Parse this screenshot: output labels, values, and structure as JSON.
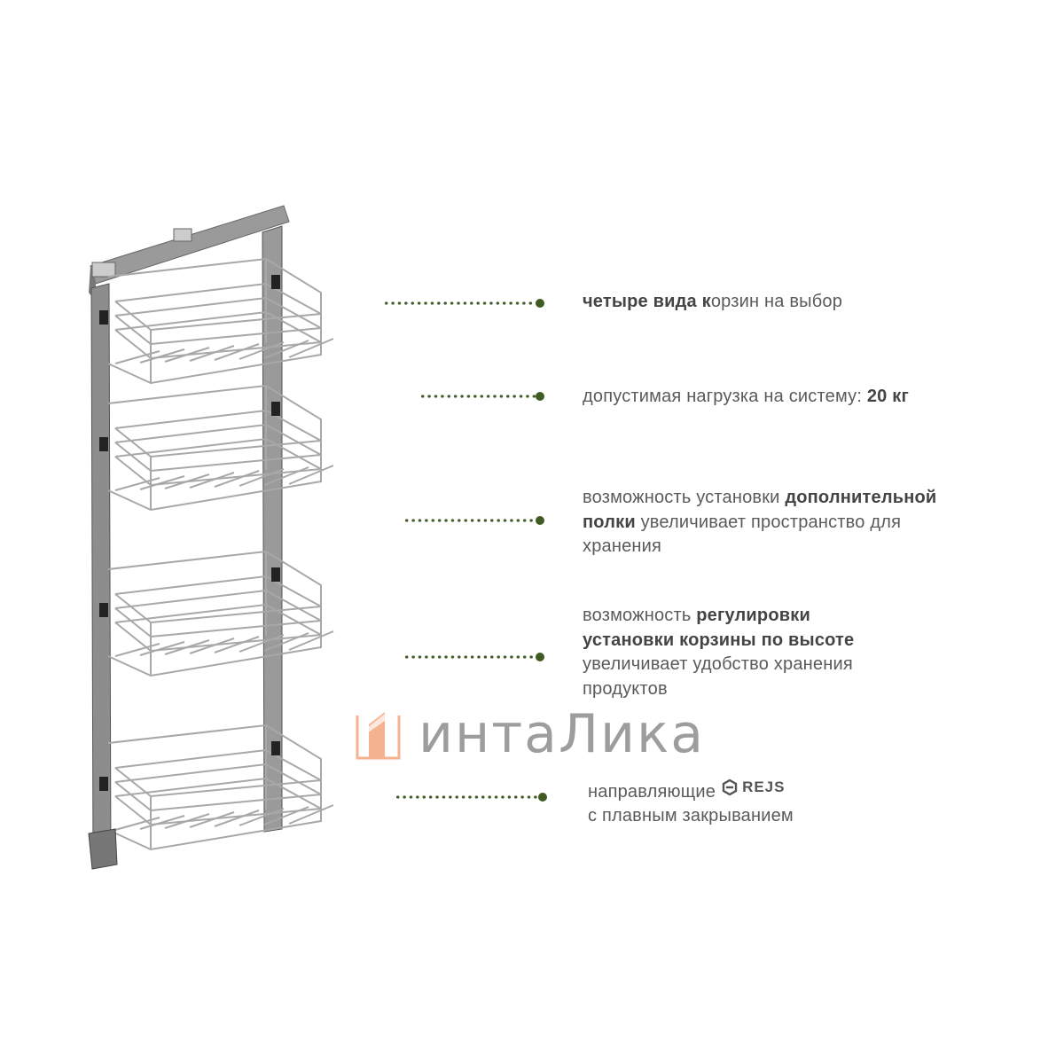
{
  "features": [
    {
      "lines": [
        [
          {
            "t": "четыре вида к",
            "b": true
          },
          {
            "t": "орзин на выбор",
            "b": false
          }
        ]
      ]
    },
    {
      "lines": [
        [
          {
            "t": "допустимая нагрузка на систему: ",
            "b": false
          },
          {
            "t": "20 кг",
            "b": true
          }
        ]
      ]
    },
    {
      "lines": [
        [
          {
            "t": "возможность установки ",
            "b": false
          },
          {
            "t": "дополнительной",
            "b": true
          }
        ],
        [
          {
            "t": "полки",
            "b": true
          },
          {
            "t": " увеличивает пространство для",
            "b": false
          }
        ],
        [
          {
            "t": "хранения",
            "b": false
          }
        ]
      ]
    },
    {
      "lines": [
        [
          {
            "t": "возможность ",
            "b": false
          },
          {
            "t": "регулировки",
            "b": true
          }
        ],
        [
          {
            "t": "установки корзины по высоте",
            "b": true
          }
        ],
        [
          {
            "t": "увеличивает удобство хранения",
            "b": false
          }
        ],
        [
          {
            "t": "продуктов",
            "b": false
          }
        ]
      ]
    },
    {
      "lines": [
        [
          {
            "t": "направляющие",
            "b": false
          }
        ],
        [
          {
            "t": "с плавным закрыванием",
            "b": false
          }
        ]
      ],
      "brand": "REJS"
    }
  ],
  "watermark": {
    "text": "интаЛика"
  },
  "colors": {
    "dots": "#3f5a22",
    "text": "#5a5a5a",
    "logo_orange": "#f4a57c",
    "watermark_gray": "#8c8c8c"
  }
}
